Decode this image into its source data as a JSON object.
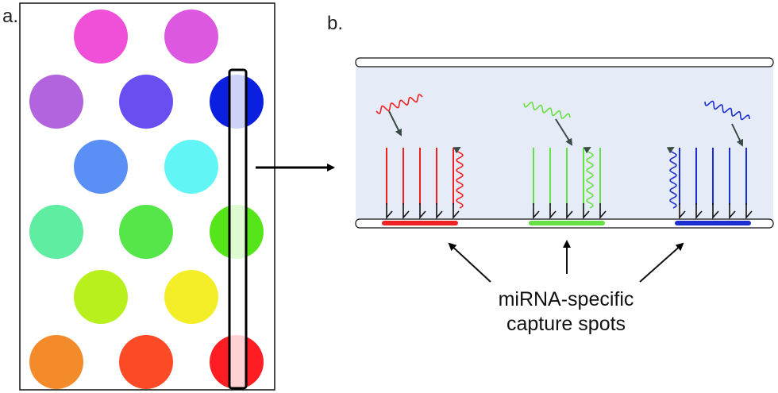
{
  "panel_a": {
    "label": "a.",
    "rows": [
      [
        "#f050d8",
        "#dd58e0"
      ],
      [
        "#b264df",
        "#6a4ef0",
        "#0b1fe0"
      ],
      [
        "#5a8ff5",
        "#62f5f6"
      ],
      [
        "#5eeda1",
        "#56e64a",
        "#55e519"
      ],
      [
        "#b7f01d",
        "#f4ee28"
      ],
      [
        "#f48b2a",
        "#fb4a25",
        "#fd1d22"
      ]
    ]
  },
  "panel_b": {
    "label": "b.",
    "spots": [
      {
        "color": "#ee2222",
        "probes": 5,
        "target_probe": 4
      },
      {
        "color": "#66e044",
        "probes": 5,
        "target_probe": 3
      },
      {
        "color": "#1c2ed0",
        "probes": 5,
        "target_probe": 0
      }
    ],
    "caption_line1": "miRNA-specific",
    "caption_line2": "capture spots"
  }
}
